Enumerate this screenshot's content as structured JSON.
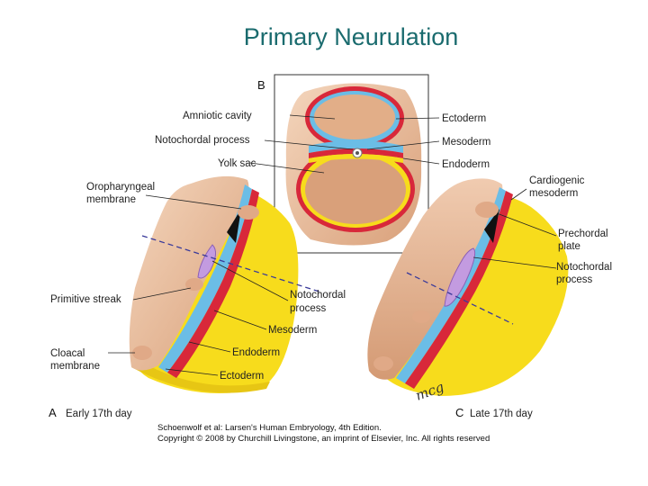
{
  "title": "Primary Neurulation",
  "panels": {
    "a": {
      "letter": "A",
      "label": "Early 17th day"
    },
    "b": {
      "letter": "B"
    },
    "c": {
      "letter": "C",
      "label": "Late 17th day"
    }
  },
  "labels": {
    "amniotic_cavity": "Amniotic cavity",
    "notochordal_process_b": "Notochordal process",
    "yolk_sac": "Yolk sac",
    "ectoderm_b": "Ectoderm",
    "mesoderm_b": "Mesoderm",
    "endoderm_b": "Endoderm",
    "oropharyngeal": [
      "Oropharyngeal",
      "membrane"
    ],
    "primitive_streak": "Primitive streak",
    "cloacal": [
      "Cloacal",
      "membrane"
    ],
    "notochordal_process_a": [
      "Notochordal",
      "process"
    ],
    "mesoderm_a": "Mesoderm",
    "endoderm_a": "Endoderm",
    "ectoderm_a": "Ectoderm",
    "cardiogenic": [
      "Cardiogenic",
      "mesoderm"
    ],
    "prechordal": [
      "Prechordal",
      "plate"
    ],
    "notochordal_process_c": [
      "Notochordal",
      "process"
    ]
  },
  "caption": {
    "line1": "Schoenwolf et al: Larsen's Human Embryology, 4th Edition.",
    "line2": "Copyright © 2008 by Churchill Livingstone, an imprint of Elsevier, Inc. All rights reserved"
  },
  "signature": "mcg",
  "colors": {
    "title": "#1a6b6e",
    "ectoderm": "#6bbde6",
    "mesoderm": "#d8283a",
    "endoderm": "#f7dc1c",
    "tissue": "#e9b994",
    "dark": "#111111"
  }
}
